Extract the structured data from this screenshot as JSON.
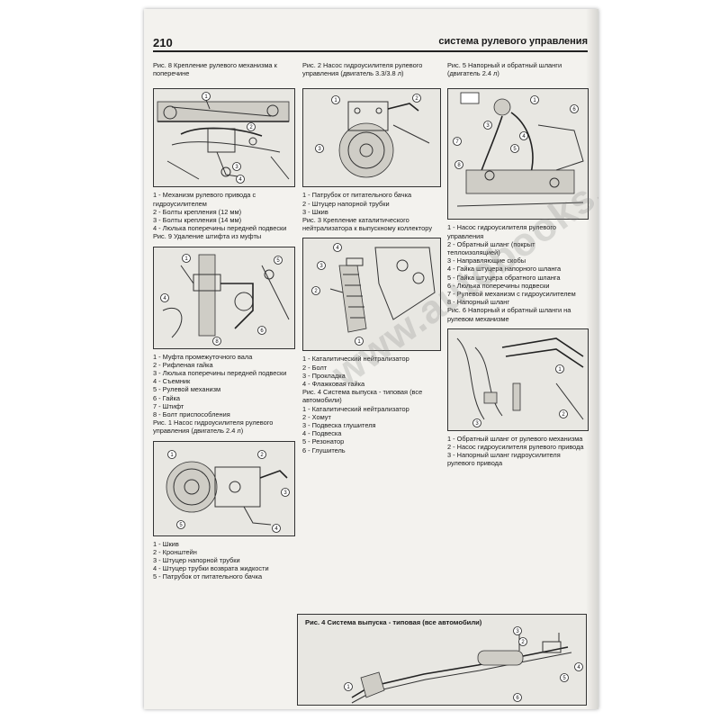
{
  "page": {
    "number": "210",
    "running_head": "система рулевого управления",
    "watermark": "www.autobooks.com.ua"
  },
  "col1": {
    "fig8_caption": "Рис. 8 Крепление рулевого механизма к поперечине",
    "fig8_legend": [
      "1 - Механизм рулевого привода с гидроусилителем",
      "2 - Болты крепления (12 мм)",
      "3 - Болты крепления (14 мм)",
      "4 - Люлька поперечины передней подвески"
    ],
    "fig9_caption": "Рис. 9 Удаление штифта из муфты",
    "fig9_legend": [
      "1 - Муфта промежуточного вала",
      "2 - Рифленая гайка",
      "3 - Люлька поперечины передней подвески",
      "4 - Съемник",
      "5 - Рулевой механизм",
      "6 - Гайка",
      "7 - Штифт",
      "8 - Болт приспособления"
    ],
    "fig1_caption": "Рис. 1 Насос гидроусилителя рулевого управления (двигатель 2.4 л)",
    "fig1_legend": [
      "1 - Шкив",
      "2 - Кронштейн",
      "3 - Штуцер напорной трубки",
      "4 - Штуцер трубки возврата жидкости",
      "5 - Патрубок от питательного бачка"
    ]
  },
  "col2": {
    "fig2_caption": "Рис. 2 Насос гидроусилителя рулевого управления (двигатель 3.3/3.8 л)",
    "fig2_legend": [
      "1 - Патрубок от питательного бачка",
      "2 - Штуцер напорной трубки",
      "3 - Шкив"
    ],
    "fig3_caption": "Рис. 3 Крепление каталитического нейтрализатора к выпускному коллектору",
    "fig3_legend": [
      "1 - Каталитический нейтрализатор",
      "2 - Болт",
      "3 - Прокладка",
      "4 - Флажковая гайка"
    ],
    "fig4_caption": "Рис. 4 Система выпуска - типовая (все автомобили)",
    "fig4_legend": [
      "1 - Каталитический нейтрализатор",
      "2 - Хомут",
      "3 - Подвеска глушителя",
      "4 - Подвеска",
      "5 - Резонатор",
      "6 - Глушитель"
    ]
  },
  "col3": {
    "fig5_caption": "Рис. 5 Напорный и обратный шланги (двигатель 2.4 л)",
    "fig5_legend": [
      "1 - Насос гидроусилителя рулевого управления",
      "2 - Обратный шланг (покрыт теплоизоляцией)",
      "3 - Направляющие скобы",
      "4 - Гайка штуцера напорного шланга",
      "5 - Гайка штуцера обратного шланга",
      "6 - Люлька поперечины подвески",
      "7 - Рулевой механизм с гидроусилителем",
      "8 - Напорный шланг"
    ],
    "fig6_caption": "Рис. 6 Напорный и обратный шланги на рулевом механизме",
    "fig6_legend": [
      "1 - Обратный шланг от рулевого механизма",
      "2 - Насос гидроусилителя рулевого привода",
      "3 - Напорный шланг гидроусилителя рулевого привода"
    ]
  },
  "exhaust_figure": {
    "title": "Рис. 4 Система выпуска - типовая (все автомобили)"
  },
  "callouts": {
    "n1": "1",
    "n2": "2",
    "n3": "3",
    "n4": "4",
    "n5": "5",
    "n6": "6",
    "n7": "7",
    "n8": "8"
  }
}
